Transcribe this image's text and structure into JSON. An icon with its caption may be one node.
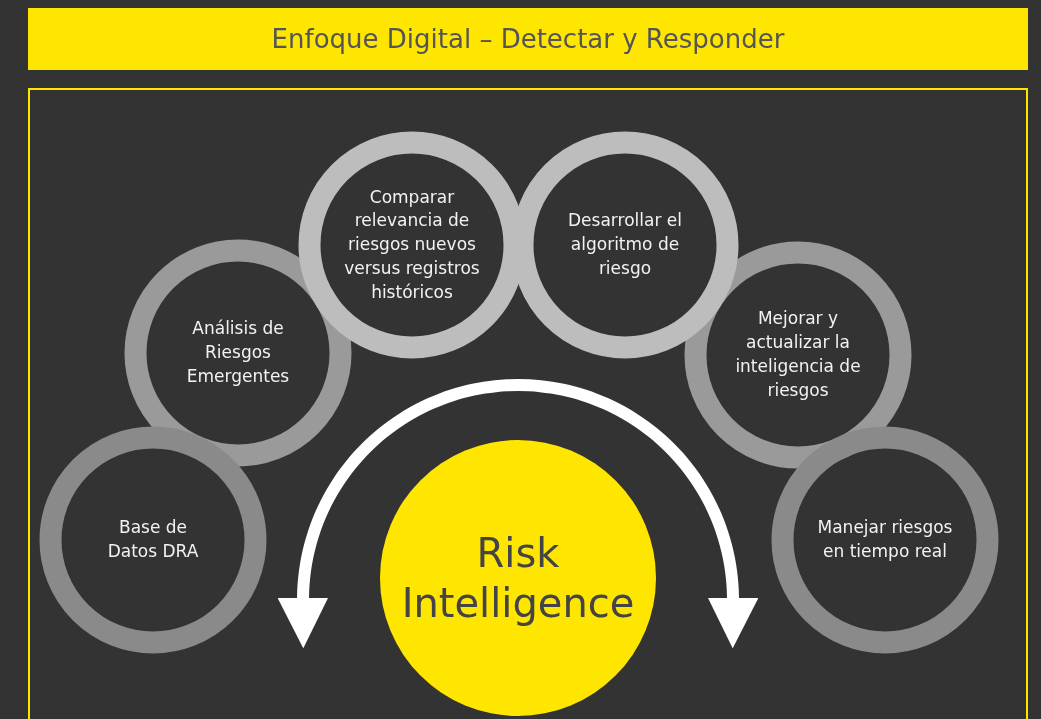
{
  "diagram": {
    "title": "Enfoque Digital – Detectar y Responder",
    "nodes": [
      {
        "text": [
          "Base de Datos DRA"
        ]
      },
      {
        "text": [
          "Análisis de Riesgos Emergentes"
        ]
      },
      {
        "text": [
          "Comparar relevancia de riesgos nuevos versus registros históricos"
        ]
      },
      {
        "text": [
          "Desarrollar el algoritmo de riesgo"
        ]
      },
      {
        "text": [
          "Mejorar y actualizar la inteligencia de riesgos"
        ]
      },
      {
        "text": [
          "Manejar riesgos en tiempo real"
        ]
      },
      {
        "text": [
          "Risk Intelligence"
        ]
      }
    ],
    "edges": []
  }
}
